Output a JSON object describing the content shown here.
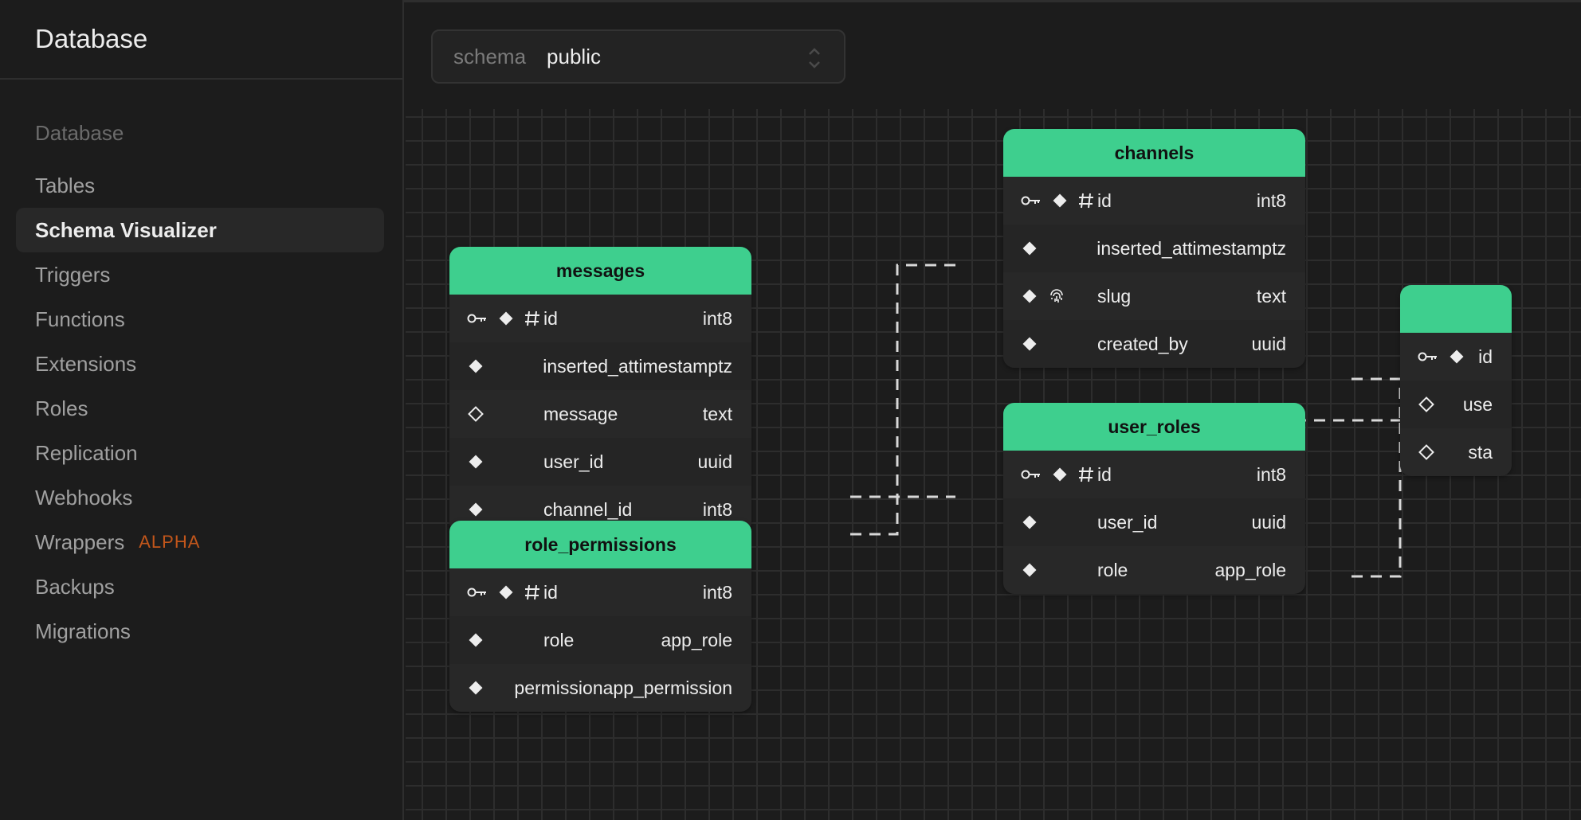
{
  "sidebar": {
    "title": "Database",
    "section_label": "Database",
    "items": [
      {
        "label": "Tables",
        "active": false
      },
      {
        "label": "Schema Visualizer",
        "active": true
      },
      {
        "label": "Triggers",
        "active": false
      },
      {
        "label": "Functions",
        "active": false
      },
      {
        "label": "Extensions",
        "active": false
      },
      {
        "label": "Roles",
        "active": false
      },
      {
        "label": "Replication",
        "active": false
      },
      {
        "label": "Webhooks",
        "active": false
      },
      {
        "label": "Wrappers",
        "active": false,
        "badge": "ALPHA"
      },
      {
        "label": "Backups",
        "active": false
      },
      {
        "label": "Migrations",
        "active": false
      }
    ]
  },
  "schema_select": {
    "label": "schema",
    "value": "public"
  },
  "colors": {
    "accent": "#3ecf8e",
    "badge": "#c2561b",
    "background": "#1c1c1c"
  },
  "tables": {
    "channels": {
      "name": "channels",
      "columns": [
        {
          "name": "id",
          "type": "int8",
          "icons": [
            "key-icon",
            "not-null-icon",
            "identity-icon"
          ]
        },
        {
          "name": "inserted_at",
          "type": "timestamptz",
          "icons": [
            "not-null-icon"
          ]
        },
        {
          "name": "slug",
          "type": "text",
          "icons": [
            "not-null-icon",
            "unique-icon"
          ]
        },
        {
          "name": "created_by",
          "type": "uuid",
          "icons": [
            "not-null-icon"
          ]
        }
      ]
    },
    "messages": {
      "name": "messages",
      "columns": [
        {
          "name": "id",
          "type": "int8",
          "icons": [
            "key-icon",
            "not-null-icon",
            "identity-icon"
          ]
        },
        {
          "name": "inserted_at",
          "type": "timestamptz",
          "icons": [
            "not-null-icon"
          ]
        },
        {
          "name": "message",
          "type": "text",
          "icons": [
            "nullable-icon"
          ]
        },
        {
          "name": "user_id",
          "type": "uuid",
          "icons": [
            "not-null-icon"
          ]
        },
        {
          "name": "channel_id",
          "type": "int8",
          "icons": [
            "not-null-icon"
          ]
        }
      ]
    },
    "user_roles": {
      "name": "user_roles",
      "columns": [
        {
          "name": "id",
          "type": "int8",
          "icons": [
            "key-icon",
            "not-null-icon",
            "identity-icon"
          ]
        },
        {
          "name": "user_id",
          "type": "uuid",
          "icons": [
            "not-null-icon"
          ]
        },
        {
          "name": "role",
          "type": "app_role",
          "icons": [
            "not-null-icon"
          ]
        }
      ]
    },
    "role_permissions": {
      "name": "role_permissions",
      "columns": [
        {
          "name": "id",
          "type": "int8",
          "icons": [
            "key-icon",
            "not-null-icon",
            "identity-icon"
          ]
        },
        {
          "name": "role",
          "type": "app_role",
          "icons": [
            "not-null-icon"
          ]
        },
        {
          "name": "permission",
          "type": "app_permission",
          "icons": [
            "not-null-icon"
          ]
        }
      ]
    },
    "users_partial": {
      "name": "",
      "columns": [
        {
          "name": "id",
          "type": "",
          "icons": [
            "key-icon",
            "not-null-icon"
          ]
        },
        {
          "name": "use",
          "type": "",
          "icons": [
            "nullable-icon"
          ]
        },
        {
          "name": "sta",
          "type": "",
          "icons": [
            "nullable-icon"
          ]
        }
      ]
    }
  }
}
